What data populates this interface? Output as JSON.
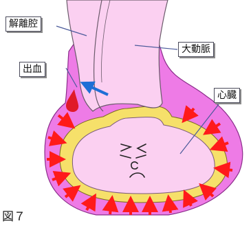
{
  "labels": {
    "dissection_cavity": "解離腔",
    "aorta": "大動脈",
    "bleeding": "出血",
    "heart": "心臓"
  },
  "figure_label": "図７",
  "colors": {
    "pericardium_fill": "#ee7be6",
    "pericardium_stroke": "#8a2c8a",
    "fat_layer": "#f6e06a",
    "heart_fill": "#fbd0f1",
    "aorta_fill": "#fbd0f1",
    "pressure_arrow": "#ff1a1a",
    "flow_arrow": "#1e6fd6",
    "blood_drop": "#e01a2a",
    "leader_line": "#4a5a9a"
  },
  "icons": {
    "face": "distressed-face-icon",
    "arrows": "pressure-arrow-icon",
    "flow": "blood-flow-arrow-icon",
    "drop": "blood-drop-icon"
  }
}
